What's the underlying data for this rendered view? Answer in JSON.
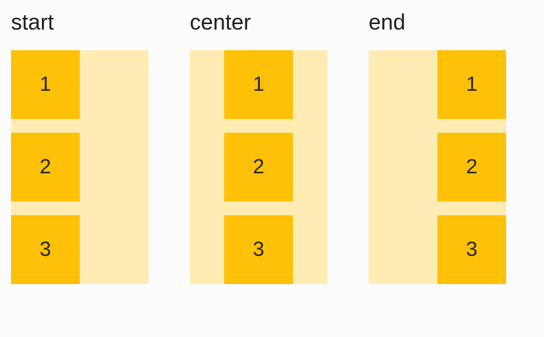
{
  "page": {
    "background": "#fcfcfd"
  },
  "colors": {
    "item_fill": "#ffc107",
    "track_fill": "#ffecb3",
    "heading_text": "#1f1f1f",
    "item_text": "#262626"
  },
  "examples": [
    {
      "label": "start",
      "alignment": "start",
      "items": [
        "1",
        "2",
        "3"
      ]
    },
    {
      "label": "center",
      "alignment": "center",
      "items": [
        "1",
        "2",
        "3"
      ]
    },
    {
      "label": "end",
      "alignment": "end",
      "items": [
        "1",
        "2",
        "3"
      ]
    }
  ]
}
